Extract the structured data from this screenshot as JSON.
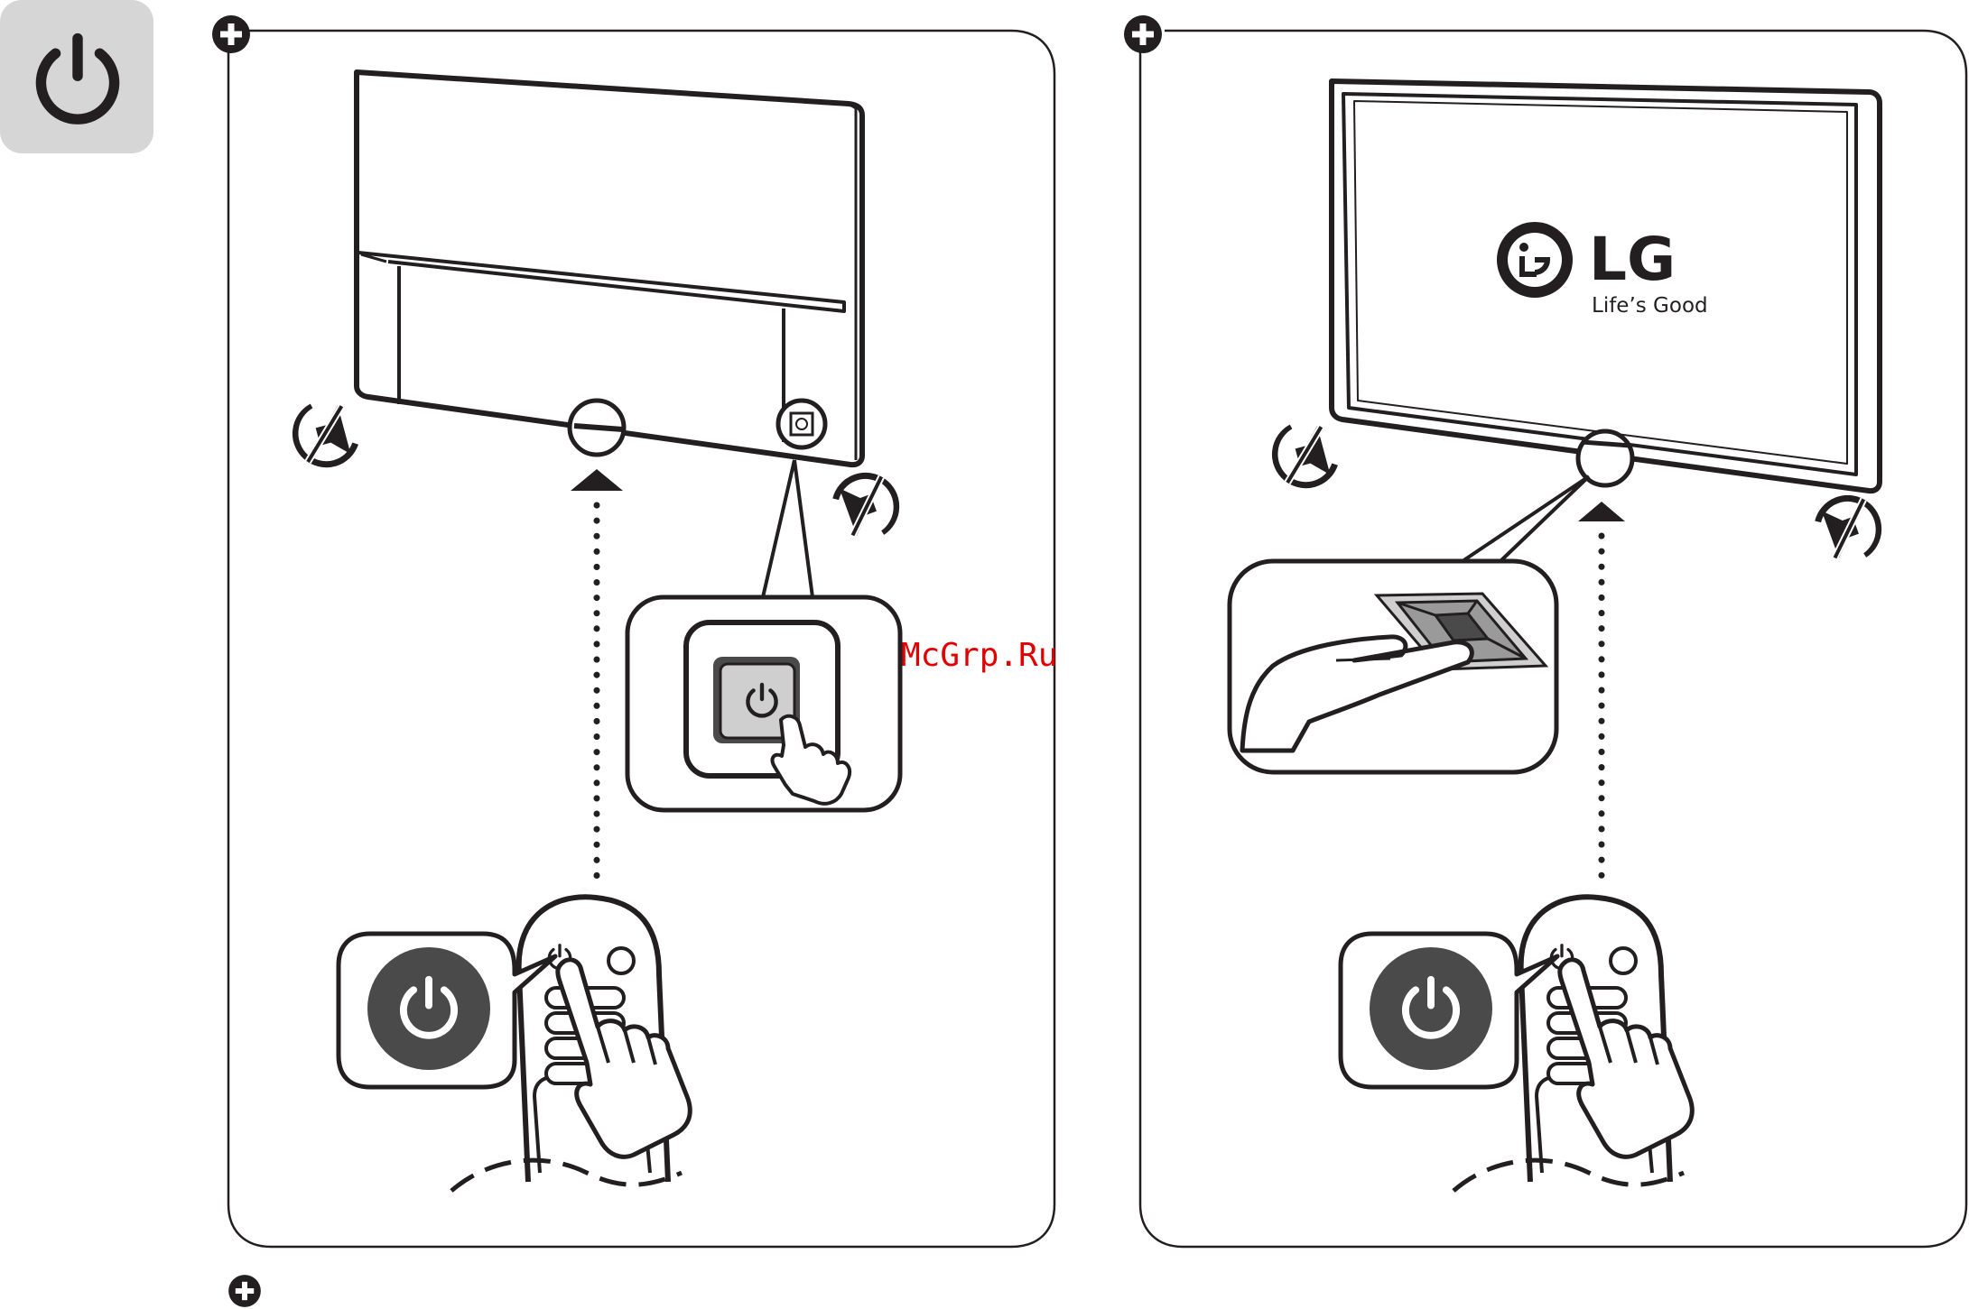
{
  "brand": {
    "logo_text": "LG",
    "slogan": "Life’s Good"
  },
  "watermark": "McGrp.Ru",
  "colors": {
    "ink": "#231f20",
    "watermark": "#e00000",
    "tile_bg": "#d6d6d6",
    "dark_button": "#4a4a4a",
    "mid_gray": "#9a9a9a",
    "light_gray": "#cfcfcf"
  },
  "icons": {
    "corner_tile": "power-icon",
    "marker": "plus-circle-icon",
    "speaker": "speaker-muted-icon",
    "press_indicator": "triangle-up-icon"
  }
}
